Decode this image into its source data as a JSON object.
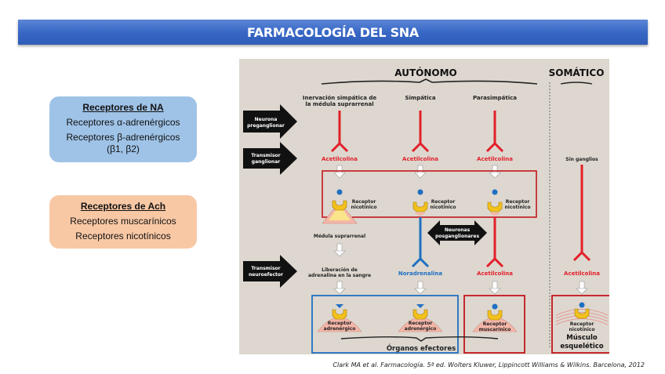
{
  "title": "FARMACOLOGÍA DEL SNA",
  "na_card": {
    "heading": "Receptores de NA",
    "lines": [
      "Receptores α-adrenérgicos",
      "Receptores β-adrenérgicos"
    ],
    "sub": "(β1, β2)"
  },
  "ach_card": {
    "heading": "Receptores de Ach",
    "lines": [
      "Receptores muscarínicos",
      "Receptores nicotínicos"
    ]
  },
  "diagram": {
    "sections": {
      "autonomo": "AUTÓNOMO",
      "somatico": "SOMÁTICO"
    },
    "columns": {
      "medula": [
        "Inervación simpática de",
        "la médula suprarrenal"
      ],
      "simpatica": "Simpática",
      "parasimpatica": "Parasimpática"
    },
    "row_labels": {
      "preganglionar": [
        "Neurona",
        "preganglionar"
      ],
      "transmisor_ganglionar": [
        "Transmisor",
        "ganglionar"
      ],
      "transmisor_neuroefector": [
        "Transmisor",
        "neuroefector"
      ]
    },
    "ganglionic_transmitter": "Acetilcolina",
    "sin_ganglios": "Sin ganglios",
    "receptor_nicotinico": [
      "Receptor",
      "nicotínico"
    ],
    "medula_suprarrenal": "Médula suprarrenal",
    "posganglionares": [
      "Neuronas",
      "posganglionares"
    ],
    "liberacion": [
      "Liberación de",
      "adrenalina en la sangre"
    ],
    "noradrenalina": "Noradrenalina",
    "acetilcolina": "Acetilcolina",
    "receptor_adrenergico": [
      "Receptor",
      "adrenérgico"
    ],
    "receptor_muscarinico": [
      "Receptor",
      "muscarínico"
    ],
    "musculo": [
      "Músculo",
      "esquelético"
    ],
    "organos": "Órganos efectores",
    "colors": {
      "ach": "#e2202a",
      "na": "#1f6fc2",
      "box_red": "#c4161c",
      "box_blue": "#1f6fc2",
      "receptor": "#f2c11c",
      "cell": "#f4b6a8"
    }
  },
  "citation": "Clark MA et al. Farmacología. 5ª ed. Wolters Kluwer, Lippincott Williams & Wilkins. Barcelona, 2012"
}
